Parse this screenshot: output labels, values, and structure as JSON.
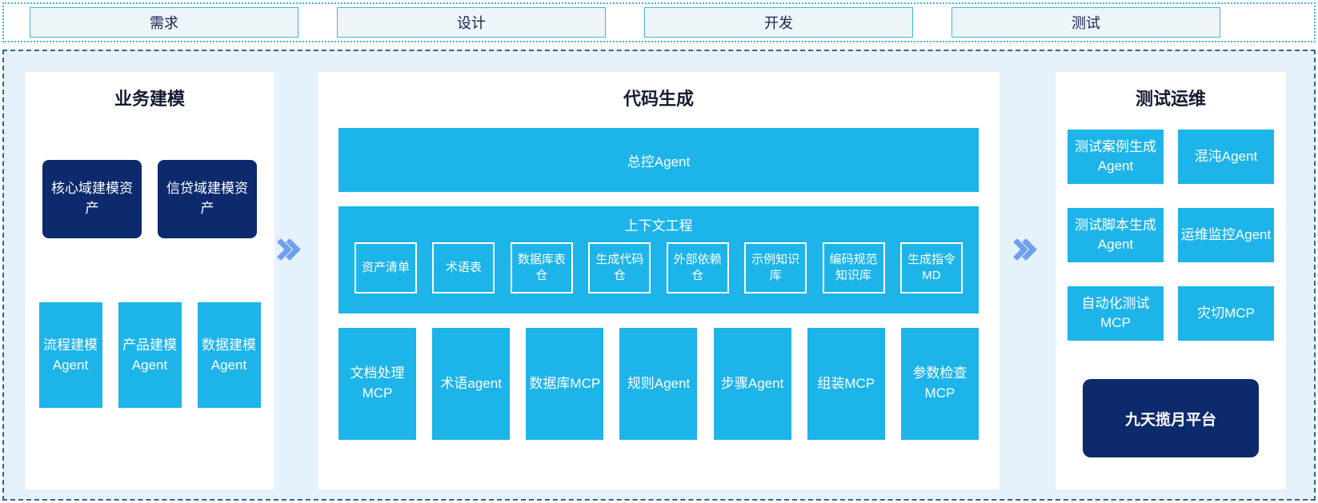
{
  "phases": [
    {
      "id": "requirements",
      "label": "需求"
    },
    {
      "id": "design",
      "label": "设计"
    },
    {
      "id": "development",
      "label": "开发"
    },
    {
      "id": "testing",
      "label": "测试"
    }
  ],
  "business": {
    "title": "业务建模",
    "assets": [
      "核心域建模资产",
      "信贷域建模资产"
    ],
    "agents": [
      "流程建模Agent",
      "产品建模Agent",
      "数据建模Agent"
    ]
  },
  "codegen": {
    "title": "代码生成",
    "master_agent": "总控Agent",
    "context": {
      "title": "上下文工程",
      "items": [
        "资产清单",
        "术语表",
        "数据库表仓",
        "生成代码仓",
        "外部依赖仓",
        "示例知识库",
        "编码规范知识库",
        "生成指令MD"
      ]
    },
    "tools": [
      "文档处理MCP",
      "术语agent",
      "数据库MCP",
      "规则Agent",
      "步骤Agent",
      "组装MCP",
      "参数检查MCP"
    ]
  },
  "testops": {
    "title": "测试运维",
    "boxes": [
      "测试案例生成Agent",
      "混沌Agent",
      "测试脚本生成Agent",
      "运维监控Agent",
      "自动化测试MCP",
      "灾切MCP"
    ],
    "platform": "九天揽月平台"
  },
  "colors": {
    "cyan": "#1db4ea",
    "navy": "#0d2a6d",
    "container_bg": "#e5f1fb",
    "panel_bg": "#ffffff",
    "dashed_border": "#2f6690",
    "dotted_border": "#3fb9dc",
    "phase_box_bg": "#edf5f9",
    "phase_box_border": "#45b6d8",
    "arrow": "#6e9ff0",
    "title_text": "#141b33",
    "phase_text": "#16254f"
  }
}
